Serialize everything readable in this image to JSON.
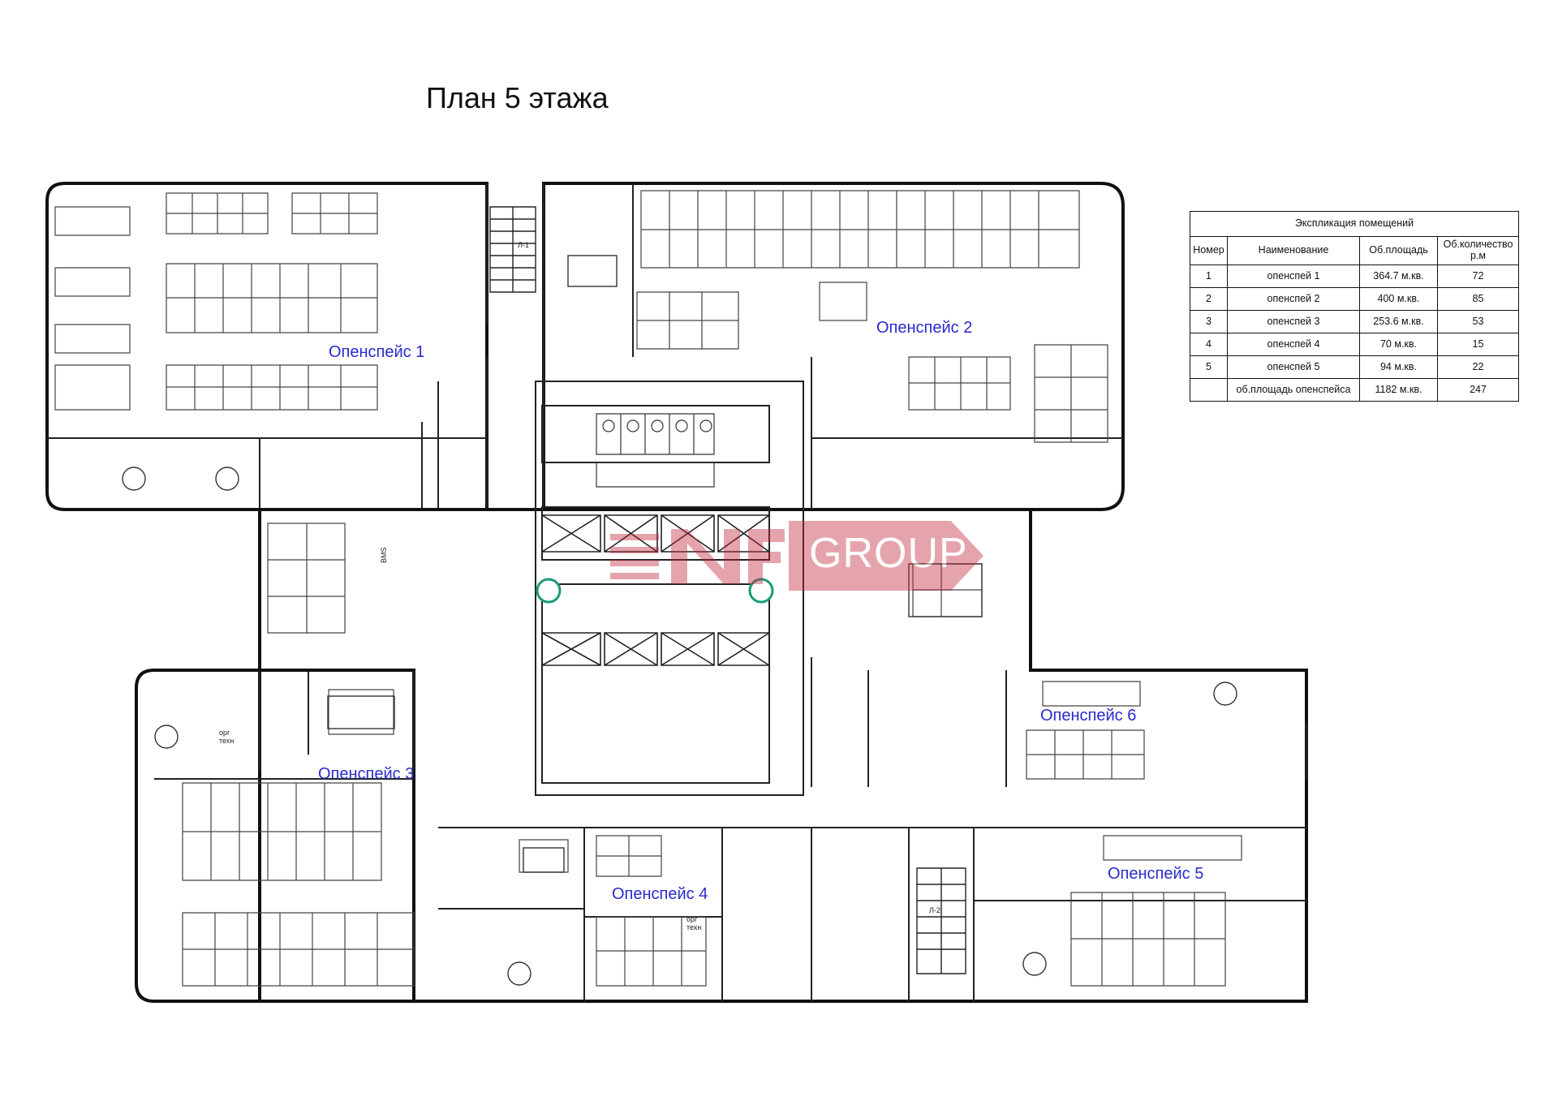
{
  "title": "План 5 этажа",
  "zones": {
    "open1": "Опенспейс 1",
    "open2": "Опенспейс 2",
    "open3": "Опенспейс 3",
    "open4": "Опенспейс 4",
    "open5": "Опенспейс 5",
    "open6": "Опенспейс 6"
  },
  "room_labels": {
    "stair1": "Л-1",
    "stair2": "Л-2",
    "org1_line1": "орг",
    "org1_line2": "техн",
    "org2_line1": "орг",
    "org2_line2": "техн",
    "bms": "BMS"
  },
  "watermark": {
    "brand": "GROUP",
    "color": "#c2283b"
  },
  "explication": {
    "caption": "Экспликация помещений",
    "headers": [
      "Номер",
      "Наименование",
      "Об.площадь",
      "Об.количество р.м"
    ],
    "rows": [
      {
        "num": "1",
        "name": "опенспей 1",
        "area": "364.7 м.кв.",
        "count": "72"
      },
      {
        "num": "2",
        "name": "опенспей 2",
        "area": "400 м.кв.",
        "count": "85"
      },
      {
        "num": "3",
        "name": "опенспей 3",
        "area": "253.6 м.кв.",
        "count": "53"
      },
      {
        "num": "4",
        "name": "опенспей 4",
        "area": "70 м.кв.",
        "count": "15"
      },
      {
        "num": "5",
        "name": "опенспей 5",
        "area": "94 м.кв.",
        "count": "22"
      }
    ],
    "total": {
      "num": "",
      "name": "об.площадь опенспейса",
      "area": "1182 м.кв.",
      "count": "247"
    }
  }
}
